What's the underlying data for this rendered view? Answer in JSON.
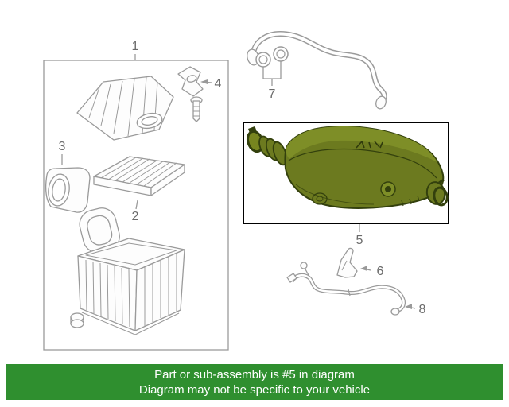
{
  "banner": {
    "line1": "Part or sub-assembly is #5 in diagram",
    "line2": "Diagram may not be specific to your vehicle",
    "bg_color": "#2f8f2f",
    "text_color": "#ffffff"
  },
  "callouts": {
    "part1": "1",
    "part2": "2",
    "part3": "3",
    "part4": "4",
    "part5": "5",
    "part6": "6",
    "part7": "7",
    "part8": "8"
  },
  "highlight": {
    "selected_callout": "5",
    "part_fill": "#6c7a1f",
    "part_fill_light": "#7e8e27",
    "part_stroke": "#33400d",
    "selection_box_color": "#000000"
  },
  "line_art_color": "#9a9a9a",
  "label_color": "#6b6b6b"
}
